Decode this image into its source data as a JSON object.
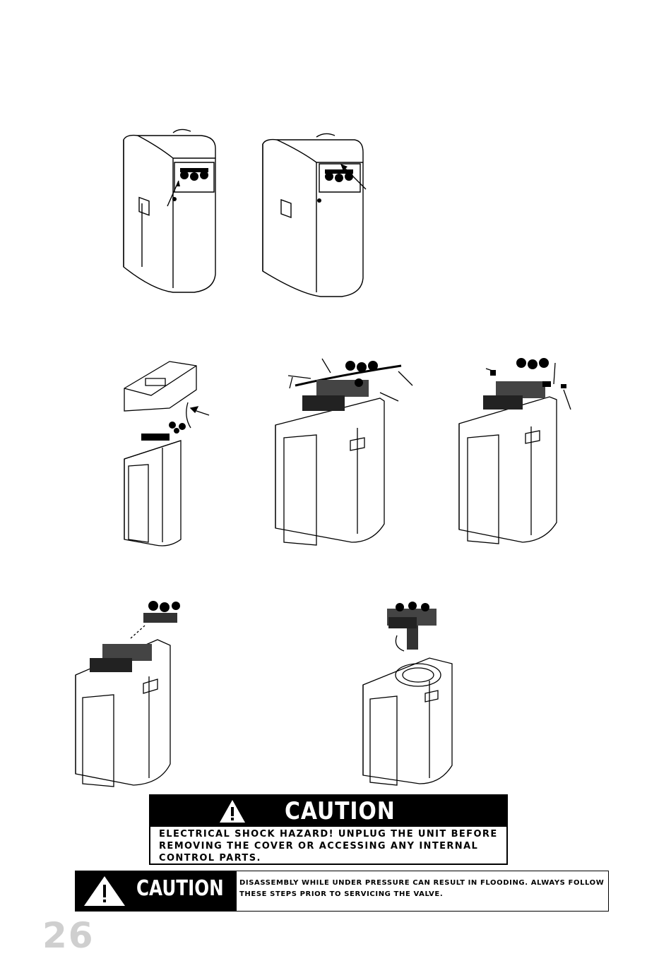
{
  "figures": {
    "fig1": "softener-cabinet-with-arrow-to-knob",
    "fig2": "softener-cabinet-with-arrow-to-valve",
    "fig3": "softener-with-cover-lifted",
    "fig4": "valve-with-bypass-and-tubes",
    "fig5": "valve-with-clips-removed",
    "fig6": "valve-lifted-from-tank",
    "fig7": "valve-and-riser-removed"
  },
  "caution_top": {
    "word": "CAUTION",
    "message": "ELECTRICAL SHOCK HAZARD! UNPLUG THE UNIT BEFORE REMOVING THE COVER OR ACCESSING ANY INTERNAL CONTROL PARTS.",
    "icon": "warning-triangle-icon"
  },
  "caution_bottom": {
    "word": "CAUTION",
    "message": "DISASSEMBLY WHILE UNDER PRESSURE CAN RESULT IN FLOODING. ALWAYS FOLLOW THESE STEPS PRIOR TO SERVICING THE VALVE.",
    "icon": "warning-triangle-icon"
  },
  "page_number": "26"
}
